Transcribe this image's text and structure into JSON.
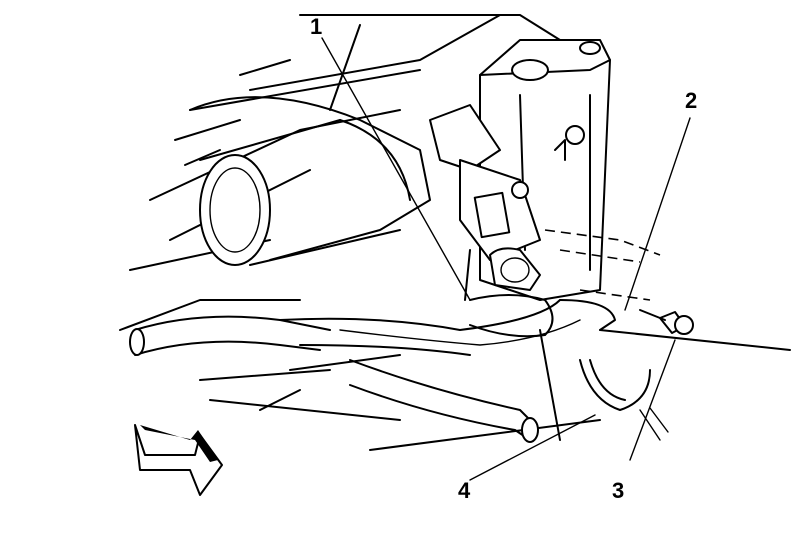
{
  "callouts": [
    {
      "id": "1",
      "label": "1"
    },
    {
      "id": "2",
      "label": "2"
    },
    {
      "id": "3",
      "label": "3"
    },
    {
      "id": "4",
      "label": "4"
    }
  ],
  "icons": {
    "direction_arrow": "front-direction-arrow-icon"
  }
}
